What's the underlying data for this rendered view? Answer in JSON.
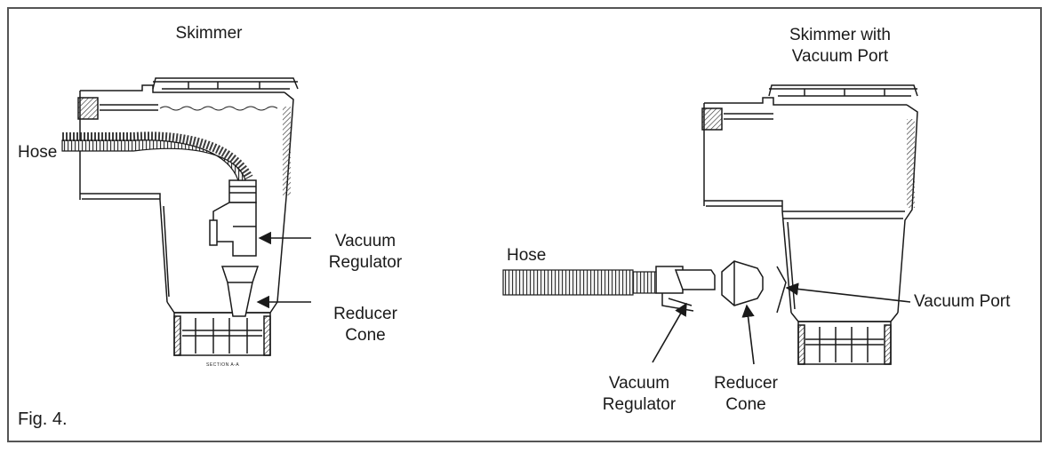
{
  "figure": {
    "caption": "Fig. 4.",
    "section_mark": "SECTION A-A"
  },
  "left_diagram": {
    "title": "Skimmer",
    "hose_label": "Hose",
    "vacuum_regulator_line1": "Vacuum",
    "vacuum_regulator_line2": "Regulator",
    "reducer_cone_line1": "Reducer",
    "reducer_cone_line2": "Cone"
  },
  "right_diagram": {
    "title_line1": "Skimmer with",
    "title_line2": "Vacuum Port",
    "hose_label": "Hose",
    "vacuum_port_label": "Vacuum Port",
    "vacuum_regulator_line1": "Vacuum",
    "vacuum_regulator_line2": "Regulator",
    "reducer_cone_line1": "Reducer",
    "reducer_cone_line2": "Cone"
  }
}
